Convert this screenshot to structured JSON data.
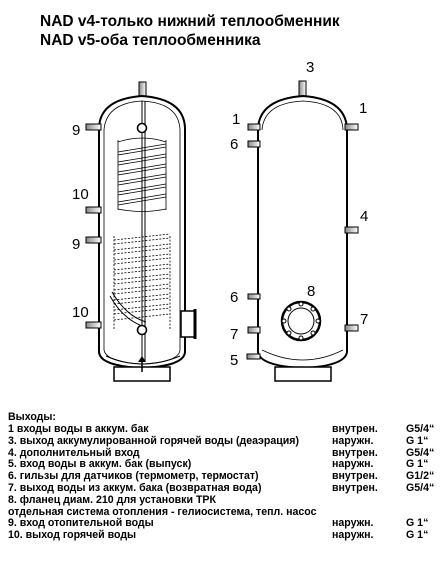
{
  "header": {
    "line1": "NAD v4-только нижний теплообменник",
    "line2": "NAD v5-оба теплообменника"
  },
  "diagram": {
    "left_labels": [
      "9",
      "10",
      "9",
      "10"
    ],
    "right_labels": {
      "top": "3",
      "l1": "1",
      "r1": "1",
      "l6a": "6",
      "r4": "4",
      "l6b": "6",
      "m8": "8",
      "l7": "7",
      "r7": "7",
      "l5": "5"
    }
  },
  "legend": {
    "heading": "Выходы:",
    "rows": [
      {
        "desc": "1 входы воды в аккум. бак",
        "kind": "внутрен.",
        "size": "G5/4“"
      },
      {
        "desc": "3. выход аккумулированной горячей воды (деаэрация)",
        "kind": "наружн.",
        "size": "G 1“"
      },
      {
        "desc": "4. дополнительный вход",
        "kind": "внутрен.",
        "size": "G5/4“"
      },
      {
        "desc": "5. вход воды в аккум. бак (выпуск)",
        "kind": "наружн.",
        "size": "G 1“"
      },
      {
        "desc": "6. гильзы для датчиков (термометр, термостат)",
        "kind": "внутрен.",
        "size": "G1/2“"
      },
      {
        "desc": "7. выход воды из аккум. бака (возвратная вода)",
        "kind": "внутрен.",
        "size": "G5/4“"
      },
      {
        "desc": "8. фланец диам. 210 для установки ТРК",
        "kind": "",
        "size": ""
      },
      {
        "desc": "отдельная система отопления - гелиосистема, тепл. насос",
        "kind": "",
        "size": ""
      },
      {
        "desc": "9. вход отопительной воды",
        "kind": "наружн.",
        "size": "G 1“"
      },
      {
        "desc": "10. выход горячей воды",
        "kind": "наружн.",
        "size": "G 1“"
      }
    ]
  }
}
